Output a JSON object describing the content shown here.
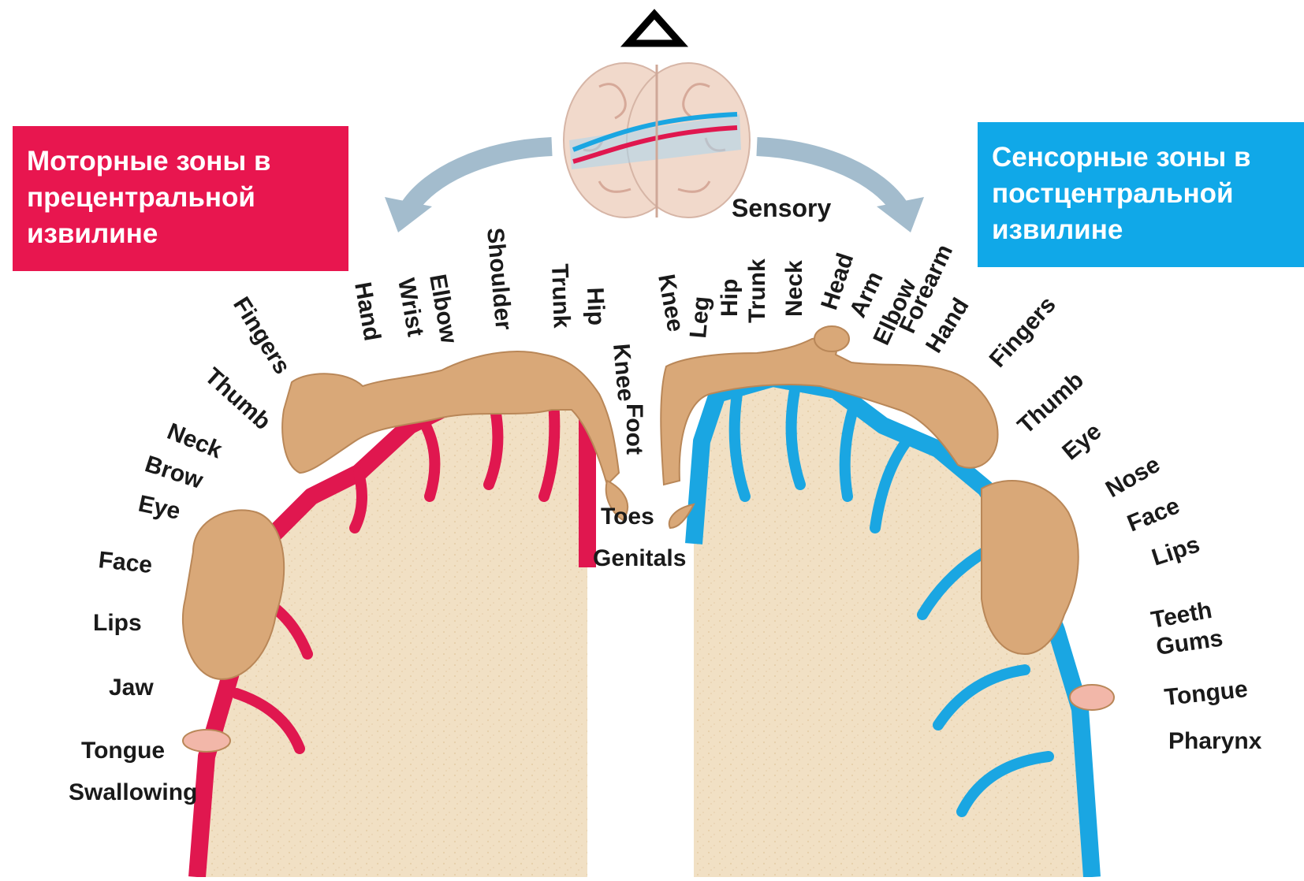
{
  "colors": {
    "motor": "#e0174f",
    "motor_box": "#e8164f",
    "sensory": "#1aa6e2",
    "sensory_box": "#10a8e8",
    "tissue": "#f1e0c4",
    "skin": "#d9a878",
    "arrow": "#9fb7c8"
  },
  "motor_box": {
    "lines": [
      "Моторные зоны в",
      "прецентральной",
      "извилине"
    ]
  },
  "sensory_box": {
    "lines": [
      "Сенсорные зоны в",
      "постцентральной",
      "извилине"
    ]
  },
  "sensory_title": "Sensory",
  "icons": [
    "triangle-icon",
    "brain-top-view-icon",
    "curved-arrow-left-icon",
    "curved-arrow-right-icon"
  ],
  "motor_labels": [
    "Fingers",
    "Hand",
    "Wrist",
    "Elbow",
    "Shoulder",
    "Trunk",
    "Hip",
    "Knee",
    "Foot",
    "Thumb",
    "Neck",
    "Brow",
    "Eye",
    "Face",
    "Lips",
    "Jaw",
    "Tongue",
    "Swallowing",
    "Toes"
  ],
  "sensory_labels": [
    "Genitals",
    "Knee",
    "Leg",
    "Hip",
    "Trunk",
    "Neck",
    "Head",
    "Arm",
    "Elbow",
    "Forearm",
    "Hand",
    "Fingers",
    "Thumb",
    "Eye",
    "Nose",
    "Face",
    "Lips",
    "Teeth",
    "Gums",
    "Tongue",
    "Pharynx"
  ]
}
